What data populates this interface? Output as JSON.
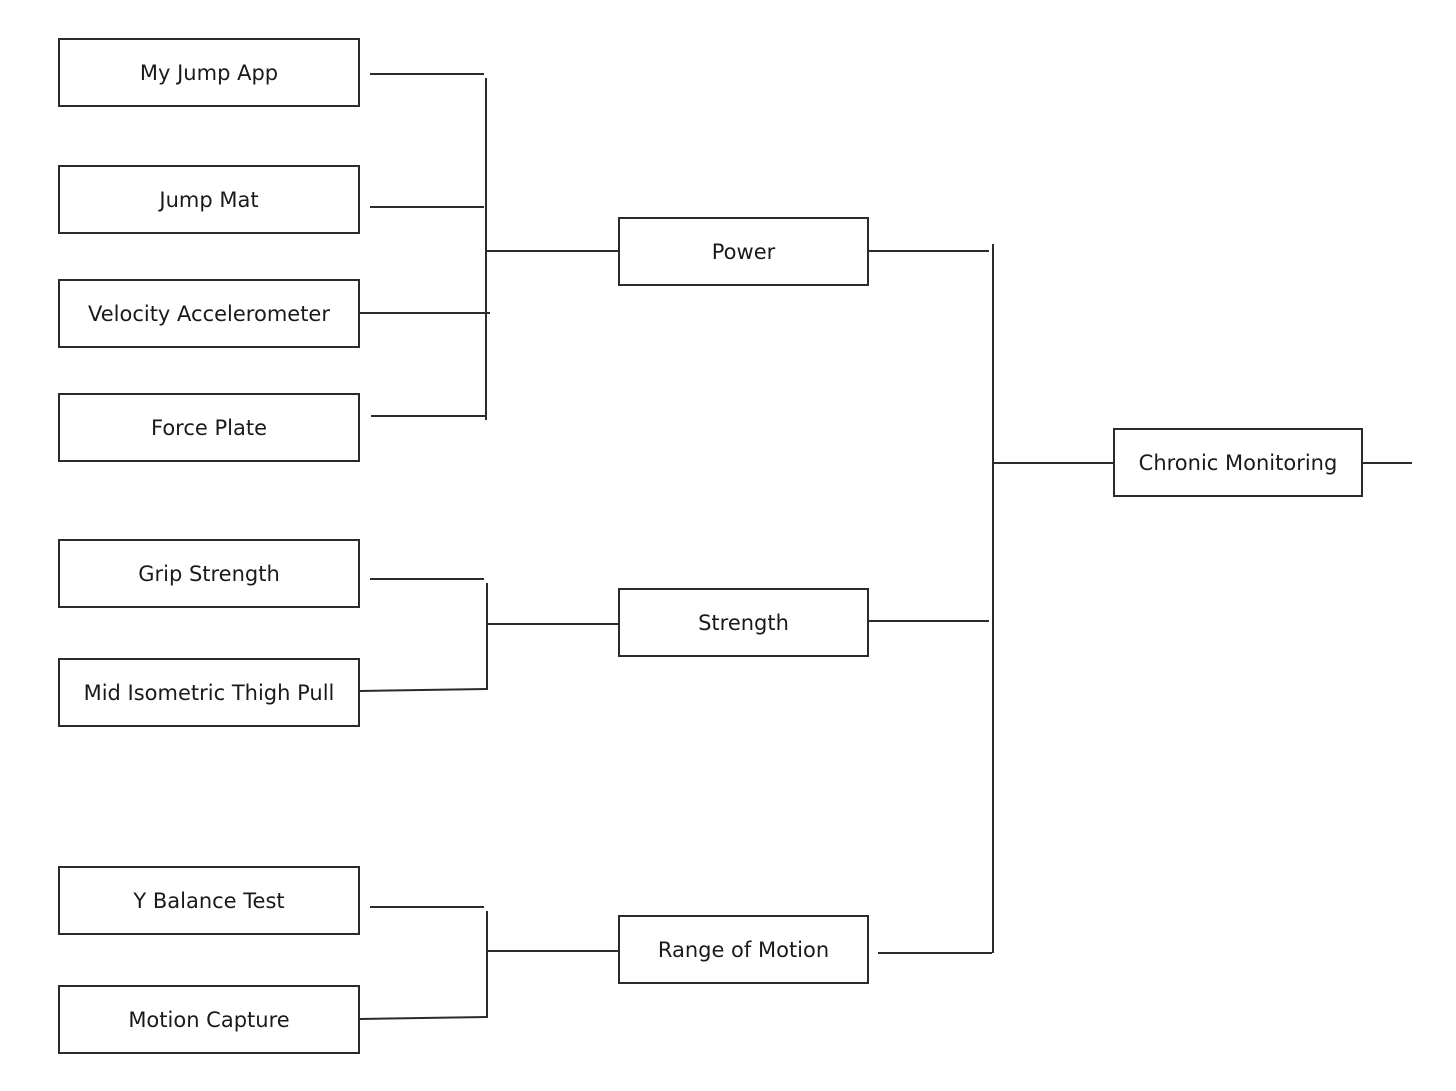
{
  "diagram": {
    "root": {
      "label": "Chronic Monitoring"
    },
    "categories": [
      {
        "label": "Power",
        "methods": [
          "My Jump App",
          "Jump Mat",
          "Velocity Accelerometer",
          "Force Plate"
        ]
      },
      {
        "label": "Strength",
        "methods": [
          "Grip Strength",
          "Mid Isometric Thigh Pull"
        ]
      },
      {
        "label": "Range of Motion",
        "methods": [
          "Y Balance Test",
          "Motion Capture"
        ]
      }
    ]
  }
}
